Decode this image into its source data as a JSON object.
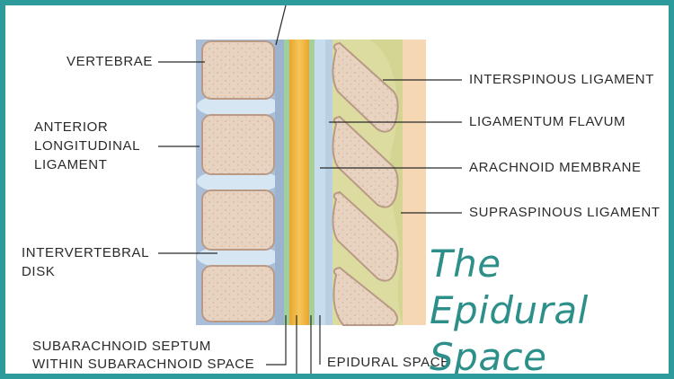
{
  "title": {
    "line1": "The Epidural",
    "line2": "Space"
  },
  "labels": {
    "vertebrae": "VERTEBRAE",
    "anterior": [
      "ANTERIOR",
      "LONGITUDINAL",
      "LIGAMENT"
    ],
    "disk": [
      "INTERVERTEBRAL",
      "DISK"
    ],
    "septum": [
      "SUBARACHNOID SEPTUM",
      "WITHIN SUBARACHNOID SPACE"
    ],
    "epidural": "EPIDURAL SPACE",
    "interspinous": "INTERSPINOUS LIGAMENT",
    "flavum": "LIGAMENTUM FLAVUM",
    "arachnoid": "ARACHNOID MEMBRANE",
    "supraspinous": "SUPRASPINOUS LIGAMENT"
  },
  "colors": {
    "border": "#2d9b9b",
    "title": "#2d8f8a",
    "bone": "#e8d2c0",
    "disk": "#d6e6f3",
    "ligament_blue": "#a9bfd9",
    "spinal_cord": "#f0b43a",
    "yellow_green": "#dcdca0",
    "peach": "#f6d7b4"
  }
}
